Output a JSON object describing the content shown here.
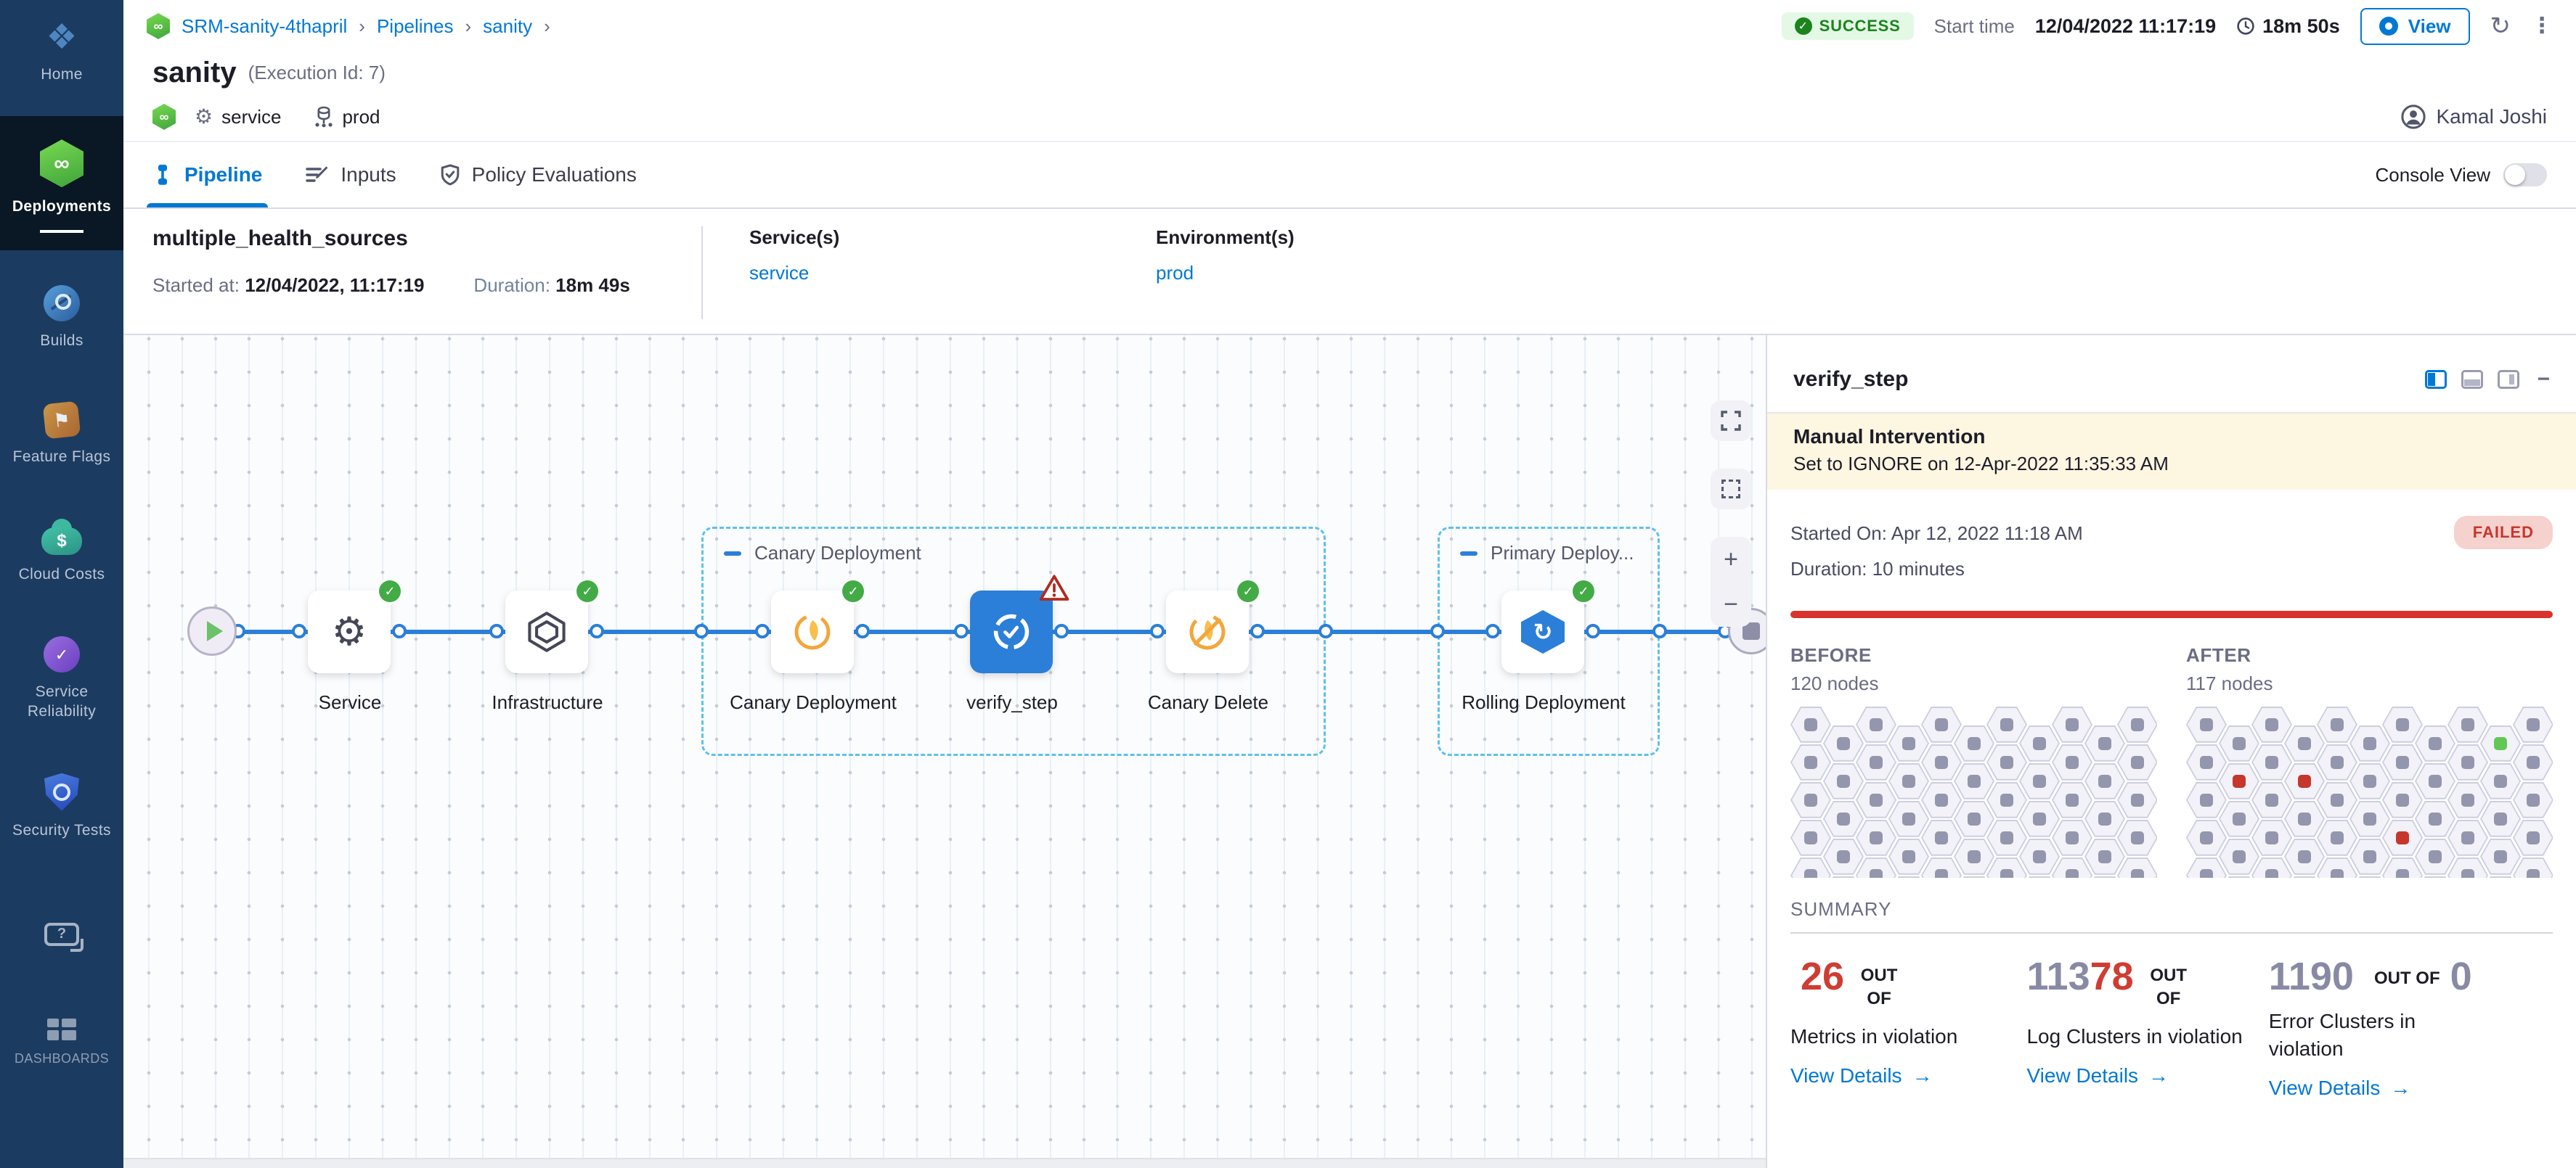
{
  "colors": {
    "accent": "#0278d5",
    "success_text": "#1b841d",
    "failed_text": "#c8362c",
    "selected_node": "#2b7fd8",
    "banner_bg": "#fdf6e1",
    "sidebar_bg": "#1c3b61"
  },
  "sidebar": {
    "items": [
      {
        "label": "Home",
        "icon": "home-icon"
      },
      {
        "label": "Deployments",
        "icon": "deployments-icon",
        "active": true
      },
      {
        "label": "Builds",
        "icon": "builds-icon"
      },
      {
        "label": "Feature Flags",
        "icon": "feature-flags-icon"
      },
      {
        "label": "Cloud Costs",
        "icon": "cloud-costs-icon"
      },
      {
        "label": "Service Reliability",
        "icon": "service-reliability-icon"
      },
      {
        "label": "Security Tests",
        "icon": "security-tests-icon"
      },
      {
        "label": "DASHBOARDS",
        "icon": "dashboards-icon"
      }
    ]
  },
  "header": {
    "breadcrumb": {
      "project": "SRM-sanity-4thapril",
      "section": "Pipelines",
      "page": "sanity"
    },
    "status": "SUCCESS",
    "start_time_label": "Start time",
    "start_time": "12/04/2022 11:17:19",
    "elapsed": "18m 50s",
    "view_button": "View",
    "title": "sanity",
    "execution_id": "(Execution Id: 7)",
    "service_tag": "service",
    "environment_tag": "prod",
    "user_name": "Kamal Joshi"
  },
  "tabs": {
    "pipeline": "Pipeline",
    "inputs": "Inputs",
    "policy": "Policy Evaluations",
    "console_view": "Console View"
  },
  "stage": {
    "name": "multiple_health_sources",
    "started_label": "Started at:",
    "started_value": "12/04/2022, 11:17:19",
    "duration_label": "Duration:",
    "duration_value": "18m 49s",
    "services_label": "Service(s)",
    "services_value": "service",
    "environments_label": "Environment(s)",
    "environments_value": "prod"
  },
  "pipeline": {
    "groups": {
      "canary": "Canary Deployment",
      "primary": "Primary Deploy..."
    },
    "nodes": {
      "service": "Service",
      "infrastructure": "Infrastructure",
      "canary_deployment": "Canary Deployment",
      "verify_step": "verify_step",
      "canary_delete": "Canary Delete",
      "rolling_deployment": "Rolling Deployment"
    }
  },
  "panel": {
    "title": "verify_step",
    "banner": {
      "title": "Manual Intervention",
      "message": "Set to IGNORE on 12-Apr-2022 11:35:33 AM"
    },
    "started_on": "Started On: Apr 12, 2022 11:18 AM",
    "duration": "Duration: 10 minutes",
    "status": "FAILED",
    "before": {
      "label": "BEFORE",
      "nodes": "120 nodes"
    },
    "after": {
      "label": "AFTER",
      "nodes": "117 nodes"
    },
    "summary_title": "SUMMARY",
    "metrics": [
      {
        "gray": "",
        "red": "26",
        "out": "OUT OF",
        "total": "",
        "label": "Metrics in violation",
        "link": "View Details"
      },
      {
        "gray": "113",
        "red": "78",
        "out": "OUT OF",
        "total": "",
        "label": "Log Clusters in violation",
        "link": "View Details"
      },
      {
        "gray": "1190",
        "red": "",
        "out": "OUT OF",
        "total": "0",
        "label": "Error Clusters in violation",
        "link": "View Details"
      }
    ]
  },
  "hex_grids": {
    "cols": 11,
    "rows": 5,
    "before_specials": {},
    "after_specials": {
      "1-1": "red",
      "3-1": "red",
      "6-3": "red",
      "9-0": "green"
    }
  }
}
